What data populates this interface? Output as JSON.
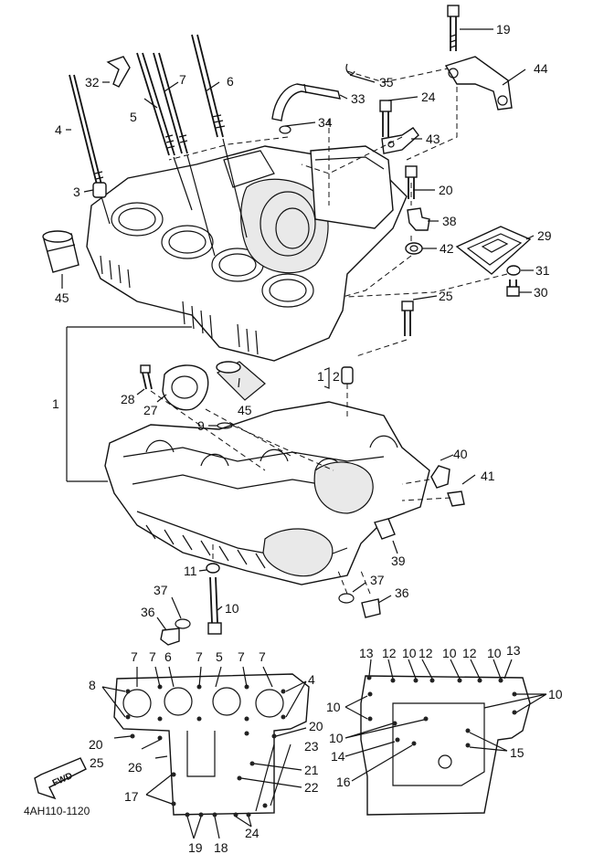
{
  "diagram": {
    "drawing_code": "4AH110-1120",
    "forward_marker": "FWD",
    "callouts": {
      "c1": "1",
      "c2": "2",
      "c3": "3",
      "c4": "4",
      "c5": "5",
      "c6": "6",
      "c7": "7",
      "c9": "9",
      "c10": "10",
      "c11": "11",
      "c19": "19",
      "c20": "20",
      "c24": "24",
      "c25": "25",
      "c27": "27",
      "c28": "28",
      "c29": "29",
      "c30": "30",
      "c31": "31",
      "c32": "32",
      "c33": "33",
      "c34": "34",
      "c35": "35",
      "c36": "36",
      "c37": "37",
      "c38": "38",
      "c39": "39",
      "c40": "40",
      "c41": "41",
      "c42": "42",
      "c43": "43",
      "c44": "44",
      "c45": "45",
      "c45b": "45",
      "c36b": "36",
      "c37b": "37"
    },
    "upper_bolt_plan": {
      "labels": [
        "7",
        "7",
        "6",
        "7",
        "5",
        "7",
        "7",
        "8",
        "4",
        "20",
        "20",
        "25",
        "23",
        "26",
        "21",
        "17",
        "22",
        "24",
        "19",
        "18"
      ]
    },
    "lower_bolt_plan": {
      "labels": [
        "13",
        "12",
        "10",
        "12",
        "10",
        "12",
        "10",
        "13",
        "10",
        "10",
        "10",
        "14",
        "16",
        "15"
      ]
    }
  }
}
